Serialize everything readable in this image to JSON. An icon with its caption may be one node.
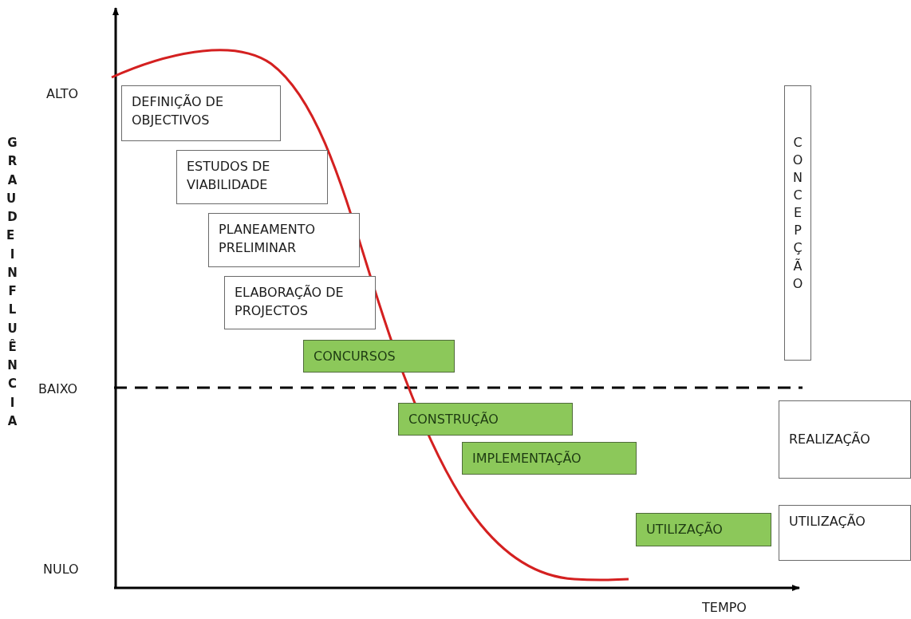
{
  "diagram": {
    "nodes": [
      {
        "text": [
          "DEFINIÇÃO DE OBJECTIVOS"
        ]
      },
      {
        "text": [
          "ESTUDOS DE VIABILIDADE"
        ]
      },
      {
        "text": [
          "PLANEAMENTO PRELIMINAR"
        ]
      },
      {
        "text": [
          "ELABORAÇÃO DE PROJECTOS"
        ]
      },
      {
        "text": [
          "CONCURSOS"
        ]
      },
      {
        "text": [
          "CONSTRUÇÃO"
        ]
      },
      {
        "text": [
          "IMPLEMENTAÇÃO"
        ]
      },
      {
        "text": [
          "UTILIZAÇÃO"
        ]
      },
      {
        "text": [
          "CONCEPÇÃO"
        ]
      },
      {
        "text": [
          "REALIZAÇÃO"
        ]
      },
      {
        "text": [
          "UTILIZAÇÃO"
        ]
      }
    ],
    "labels": [
      "GRAU DE INFLUÊNCIA",
      "ALTO",
      "BAIXO",
      "NULO",
      "TEMPO"
    ]
  }
}
